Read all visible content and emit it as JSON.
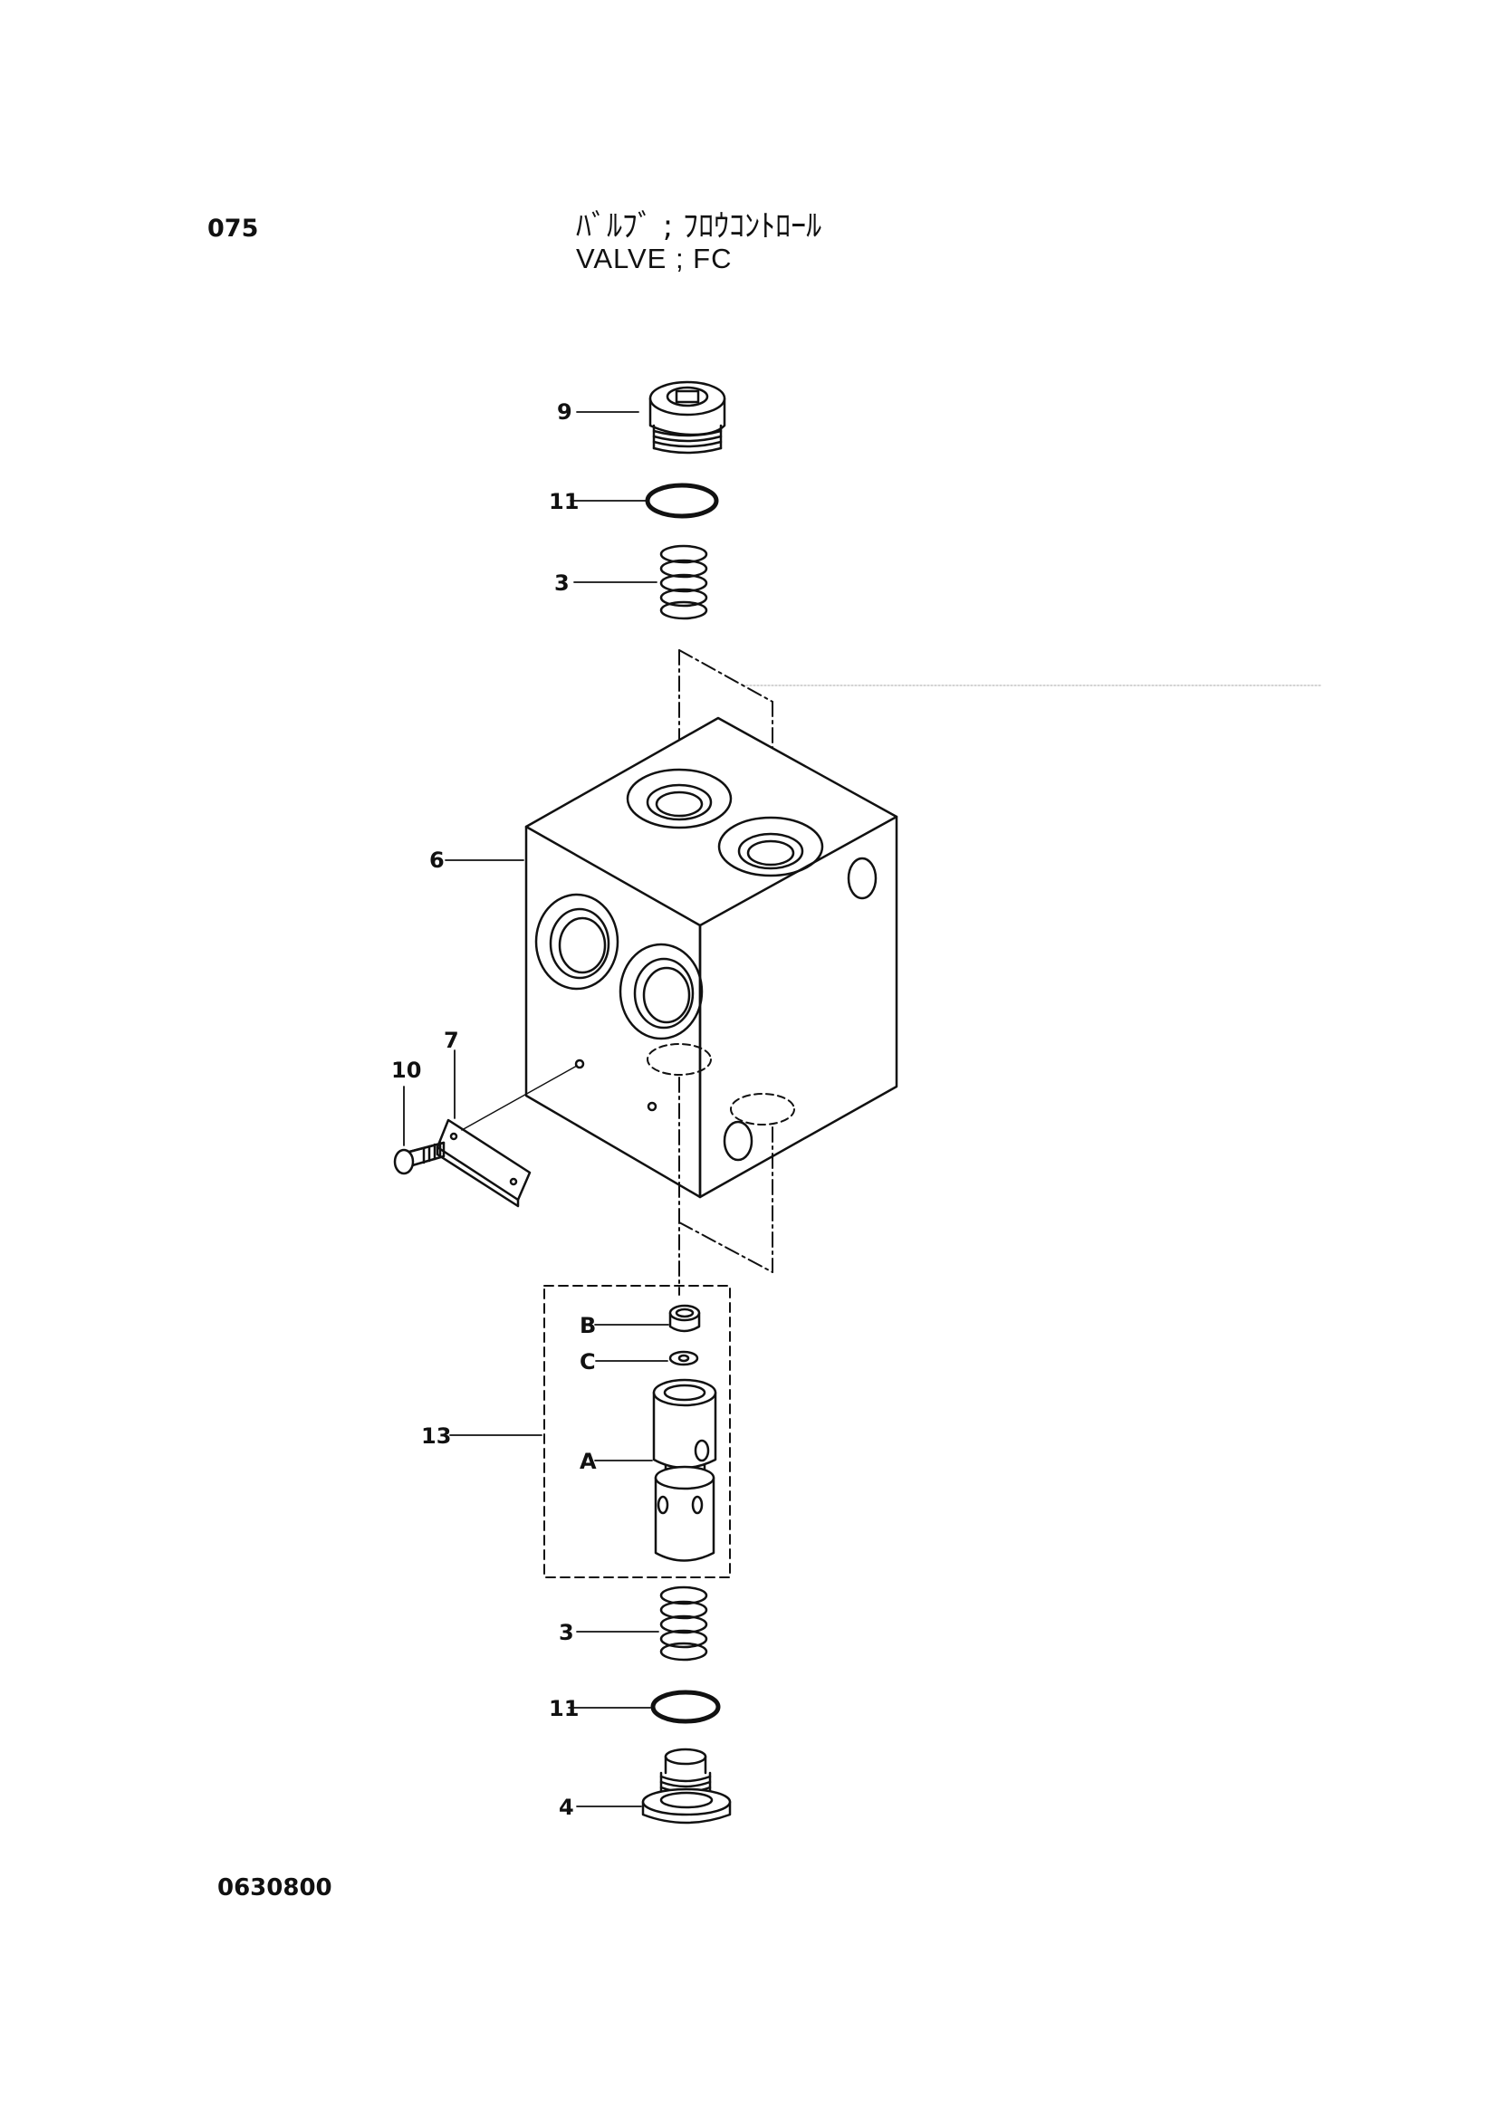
{
  "header": {
    "page_number": "075",
    "title_jp": "ﾊﾞﾙﾌﾞ ; ﾌﾛｳｺﾝﾄﾛｰﾙ",
    "title_en": "VALVE ; FC"
  },
  "footer": {
    "figure_code": "0630800"
  },
  "callouts": {
    "plug_top": "9",
    "oring_top": "11",
    "spring_top": "3",
    "body": "6",
    "plate": "7",
    "screw": "10",
    "assembly": "13",
    "part_b": "B",
    "part_c": "C",
    "part_a": "A",
    "spring_bottom": "3",
    "oring_bottom": "11",
    "plug_bottom": "4"
  }
}
